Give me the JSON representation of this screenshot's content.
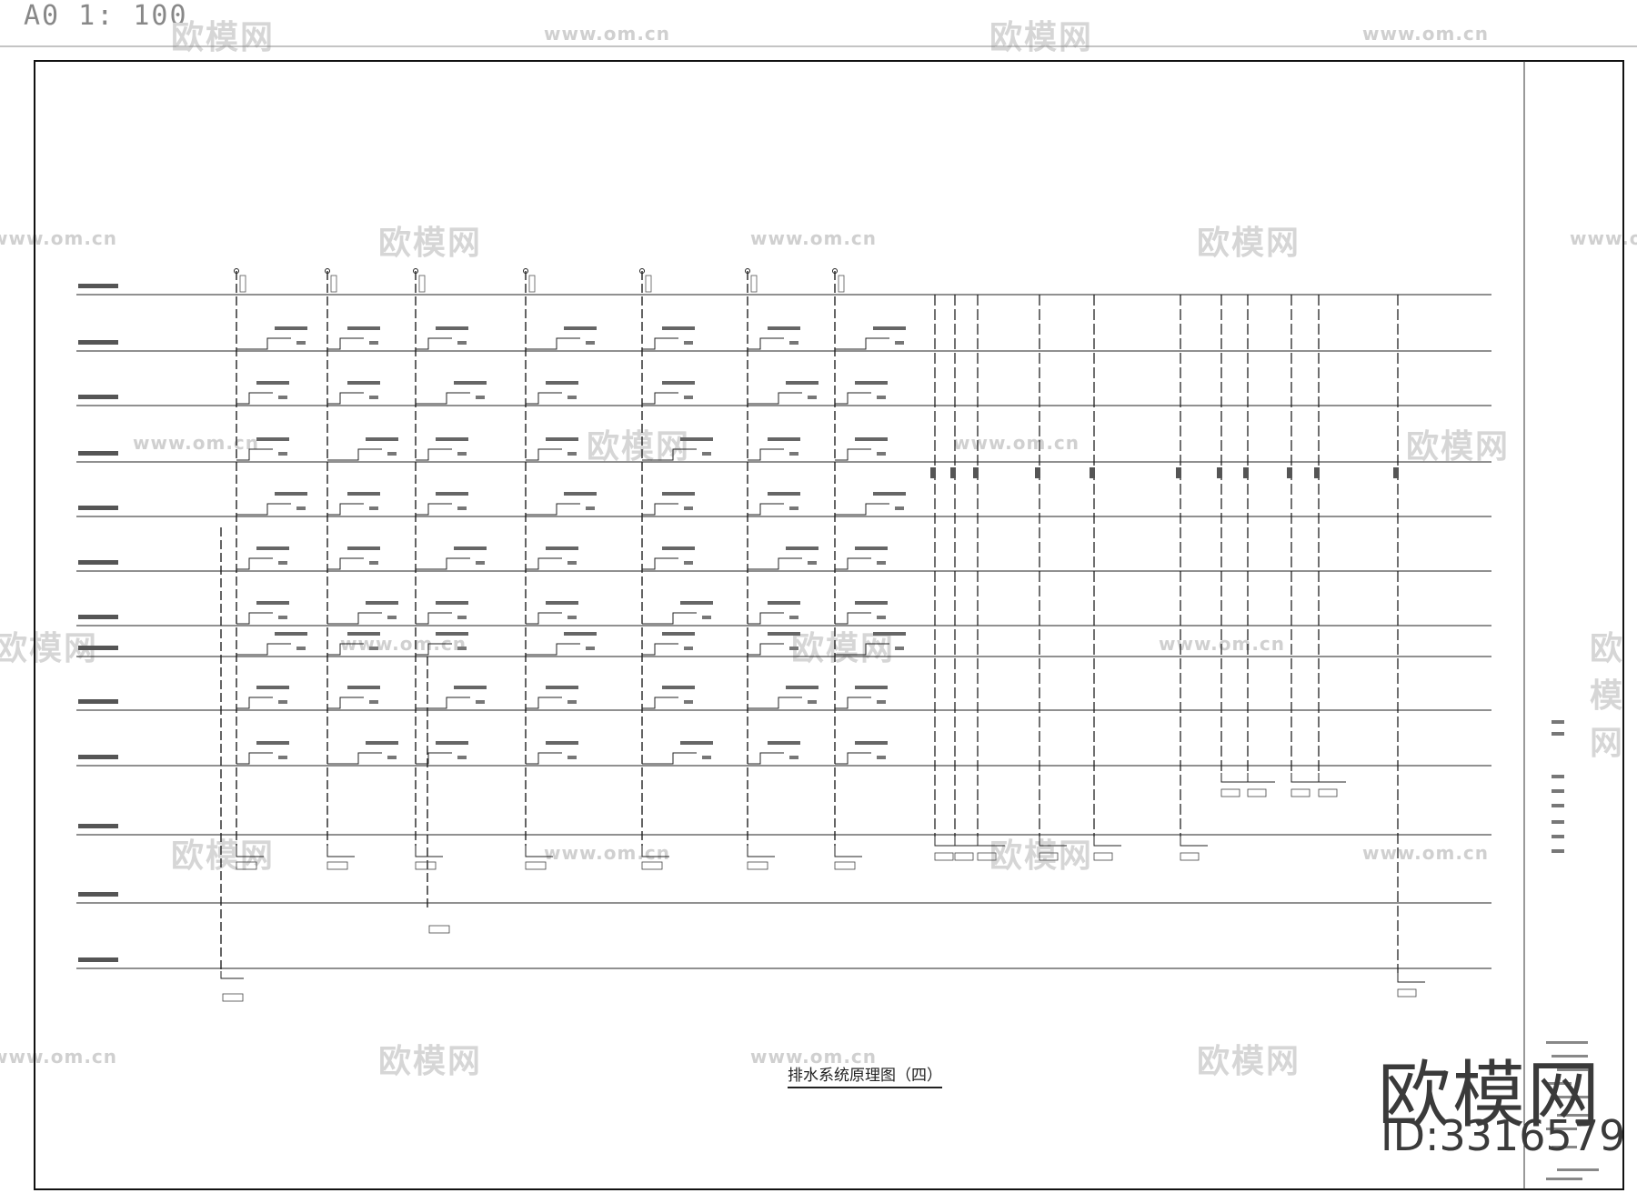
{
  "header": {
    "scale_label": "A0 1: 100"
  },
  "watermark": {
    "brand_text": "欧模网",
    "url_text": "www.om.cn"
  },
  "drawing": {
    "title": "排水系统原理图（四）"
  },
  "branding": {
    "brand_text": "欧模网",
    "id_text": "ID:3316579"
  }
}
